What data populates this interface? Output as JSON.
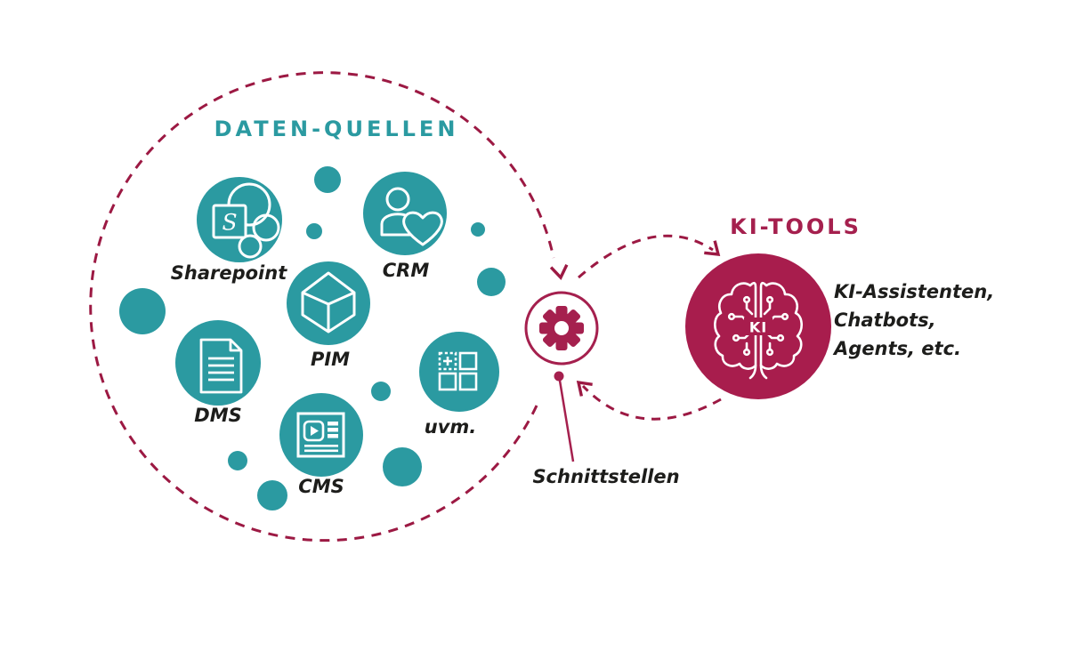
{
  "colors": {
    "teal": "#2b9aa1",
    "crimson": "#a81d4d",
    "crimson_line": "#9c1943",
    "text": "#1d1d1b"
  },
  "left_group": {
    "title": "DATEN-QUELLEN",
    "sources": [
      {
        "label": "Sharepoint",
        "icon": "sharepoint-icon",
        "glyph": "S"
      },
      {
        "label": "CRM",
        "icon": "crm-person-heart-icon"
      },
      {
        "label": "PIM",
        "icon": "pim-cube-icon"
      },
      {
        "label": "DMS",
        "icon": "dms-document-icon"
      },
      {
        "label": "CMS",
        "icon": "cms-page-icon"
      },
      {
        "label": "uvm.",
        "icon": "uvm-grid-plus-icon"
      }
    ]
  },
  "connector": {
    "label": "Schnittstellen",
    "icon": "gear-icon"
  },
  "right_group": {
    "title": "KI-TOOLS",
    "icon": "brain-circuit-icon",
    "icon_label": "KI",
    "description_lines": [
      "KI-Assistenten,",
      "Chatbots,",
      "Agents, etc."
    ]
  },
  "arrows": [
    "Daten-Quellen -> Schnittstellen",
    "Schnittstellen -> KI-Tools",
    "KI-Tools -> Schnittstellen"
  ]
}
